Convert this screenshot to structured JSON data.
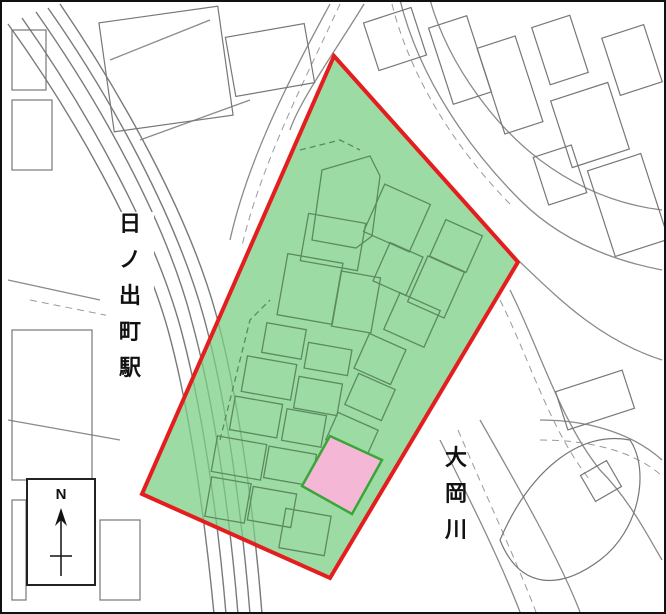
{
  "map": {
    "station_label": [
      "日",
      "ノ",
      "出",
      "町",
      "駅"
    ],
    "river_label": [
      "大",
      "岡",
      "川"
    ],
    "north_letter": "N",
    "colors": {
      "area_fill": "#7ccf85",
      "area_border": "#e41e1e",
      "highlight_fill": "#f4b8d6",
      "highlight_border": "#3aa63a",
      "road_line": "#8a8a8a",
      "dashed_line": "#9a9a9a"
    }
  }
}
